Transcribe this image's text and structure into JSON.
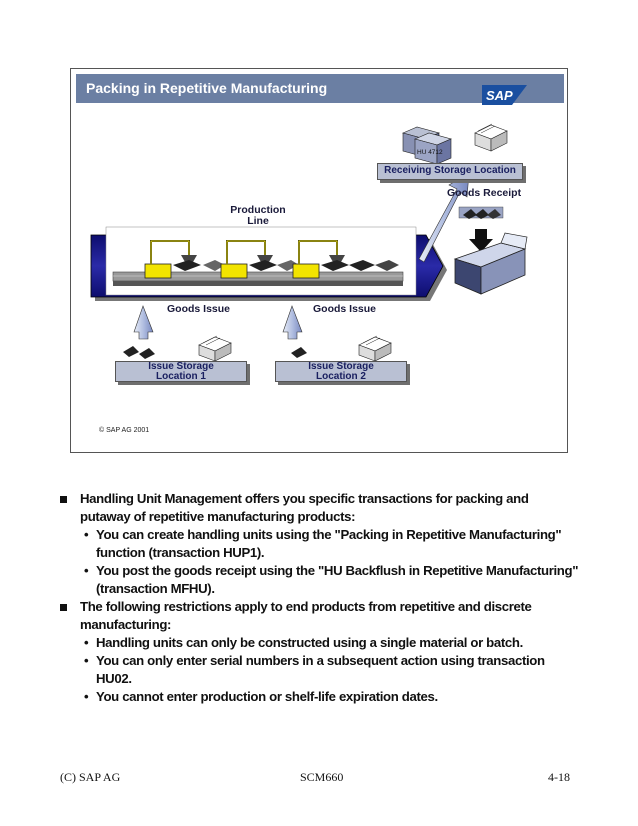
{
  "slide": {
    "title": "Packing in Repetitive Manufacturing",
    "logo_text": "SAP",
    "copyright": "© SAP AG 2001",
    "diagram": {
      "hu_label": "HU 4712",
      "receiving_location": "Receiving Storage Location",
      "goods_receipt": "Goods Receipt",
      "production_line_1": "Production",
      "production_line_2": "Line",
      "goods_issue_1": "Goods Issue",
      "goods_issue_2": "Goods Issue",
      "issue_loc1_line1": "Issue Storage",
      "issue_loc1_line2": "Location 1",
      "issue_loc2_line1": "Issue Storage",
      "issue_loc2_line2": "Location 2"
    }
  },
  "body": {
    "bullet1": "Handling Unit Management offers you specific transactions for packing and putaway of repetitive manufacturing products:",
    "bullet1_sub": [
      "You can create handling units using the \"Packing in Repetitive Manufacturing\" function (transaction HUP1).",
      "You post the goods receipt using the \"HU Backflush in Repetitive Manufacturing\" (transaction MFHU)."
    ],
    "bullet2": "The following restrictions apply to end products from repetitive and discrete manufacturing:",
    "bullet2_sub": [
      "Handling units can only be constructed using a single material or batch.",
      "You can only enter serial numbers in a subsequent action using transaction HU02.",
      "You cannot enter production or shelf-life expiration dates."
    ]
  },
  "footer": {
    "left": "(C) SAP AG",
    "center": "SCM660",
    "right": "4-18"
  }
}
